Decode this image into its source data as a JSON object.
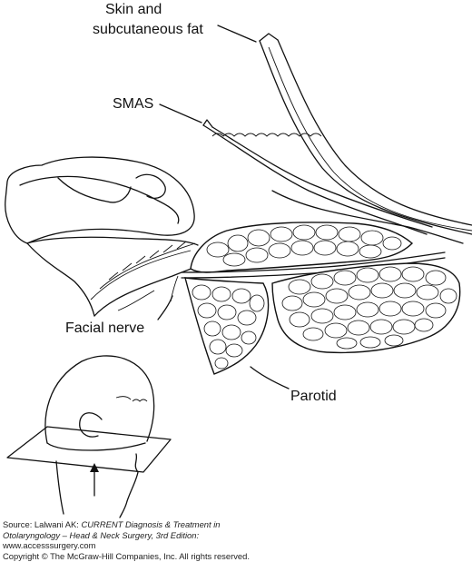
{
  "labels": {
    "skin_line1": "Skin and",
    "skin_line2": "subcutaneous fat",
    "smas": "SMAS",
    "facial_nerve": "Facial nerve",
    "parotid": "Parotid"
  },
  "source": {
    "line1_prefix": "Source: Lalwani AK: ",
    "line1_title": "CURRENT Diagnosis & Treatment in",
    "line2_title": "Otolaryngology – Head & Neck Surgery, 3rd Edition:",
    "line3": "www.accesssurgery.com",
    "line4": "Copyright © The McGraw-Hill Companies, Inc. All rights reserved."
  },
  "icons": [
    "ear-icon",
    "head-inset-icon",
    "arrow-up-icon"
  ]
}
